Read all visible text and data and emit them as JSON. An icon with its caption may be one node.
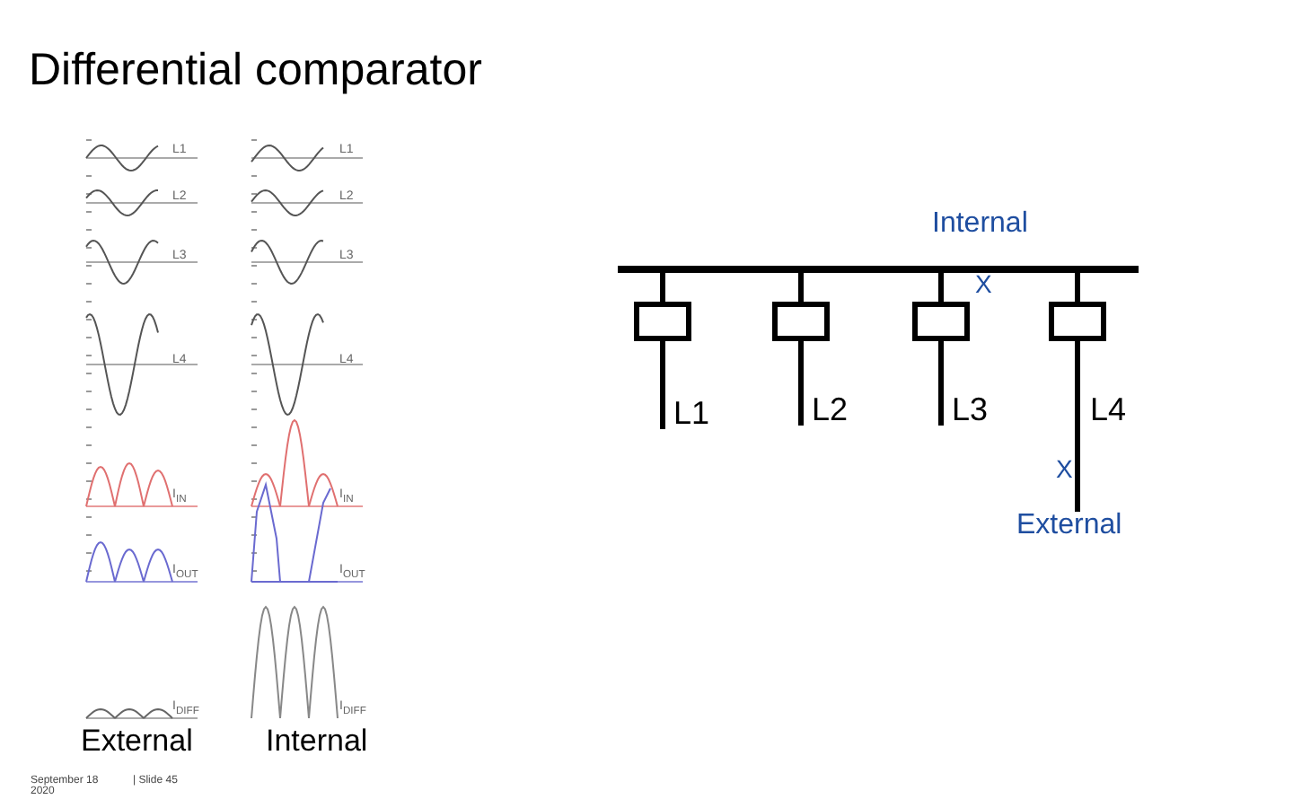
{
  "diagram": {
    "title": "Differential comparator",
    "nodes": [
      {
        "text": [],
        "shape": "bar"
      },
      {
        "text": [],
        "shape": "box"
      },
      {
        "text": [],
        "shape": "box"
      },
      {
        "text": [],
        "shape": "box"
      },
      {
        "text": [],
        "shape": "box"
      },
      {
        "text": [
          "L1"
        ]
      },
      {
        "text": [
          "L2"
        ]
      },
      {
        "text": [
          "L3"
        ]
      },
      {
        "text": [
          "External"
        ]
      }
    ],
    "edges": [
      {
        "from": 0,
        "to": 1,
        "arrow": "none"
      },
      {
        "from": 0,
        "to": 2,
        "arrow": "none"
      },
      {
        "from": 0,
        "to": 3,
        "arrow": "none"
      },
      {
        "from": 0,
        "to": 4,
        "arrow": "none"
      },
      {
        "from": 1,
        "to": 5,
        "arrow": "none"
      },
      {
        "from": 2,
        "to": 6,
        "arrow": "none"
      },
      {
        "from": 3,
        "to": 7,
        "arrow": "none"
      },
      {
        "from": 4,
        "to": 8,
        "arrow": "none"
      }
    ],
    "labels": [
      "L1",
      "L1",
      "L2",
      "L2",
      "L3",
      "L3",
      "L4",
      "L4",
      "I$_{IN}$",
      "I$_{IN}$",
      "I$_{OUT}$",
      "I$_{OUT}$",
      "I$_{DIFF}$",
      "I$_{DIFF}$",
      "Internal",
      "X",
      "L4",
      "X",
      "External",
      "Internal",
      "September 18 2020",
      "| Slide 45"
    ]
  }
}
